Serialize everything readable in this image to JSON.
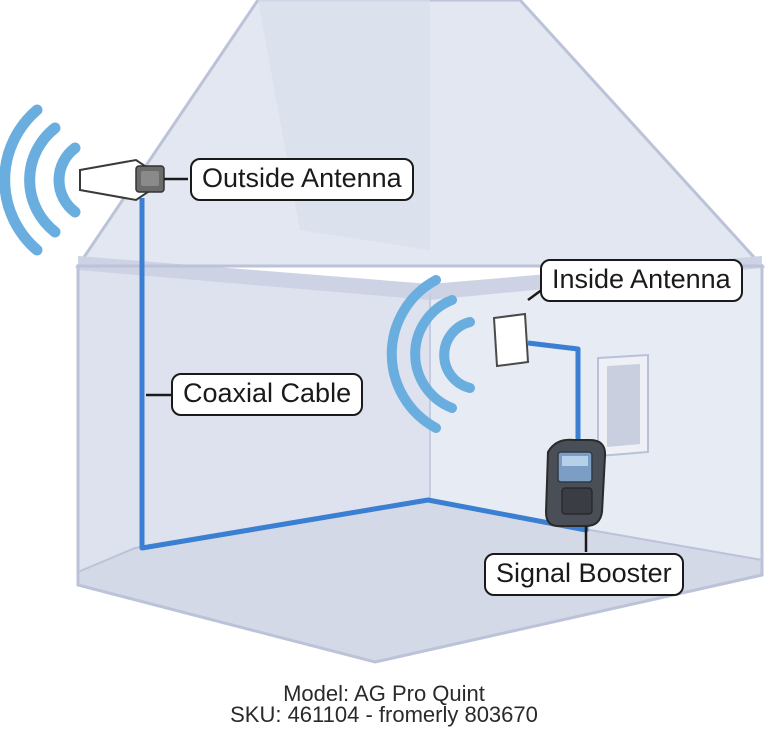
{
  "labels": {
    "outside_antenna": "Outside Antenna",
    "inside_antenna": "Inside Antenna",
    "coaxial_cable": "Coaxial Cable",
    "signal_booster": "Signal Booster"
  },
  "caption": {
    "model": "Model: AG Pro Quint",
    "sku": "SKU: 461104 - fromerly 803670"
  },
  "colors": {
    "cable": "#3a7fd1",
    "signal_waves": "#6aaee0",
    "house_wall": "#d6dcec",
    "house_outline": "#b9c1d8"
  }
}
